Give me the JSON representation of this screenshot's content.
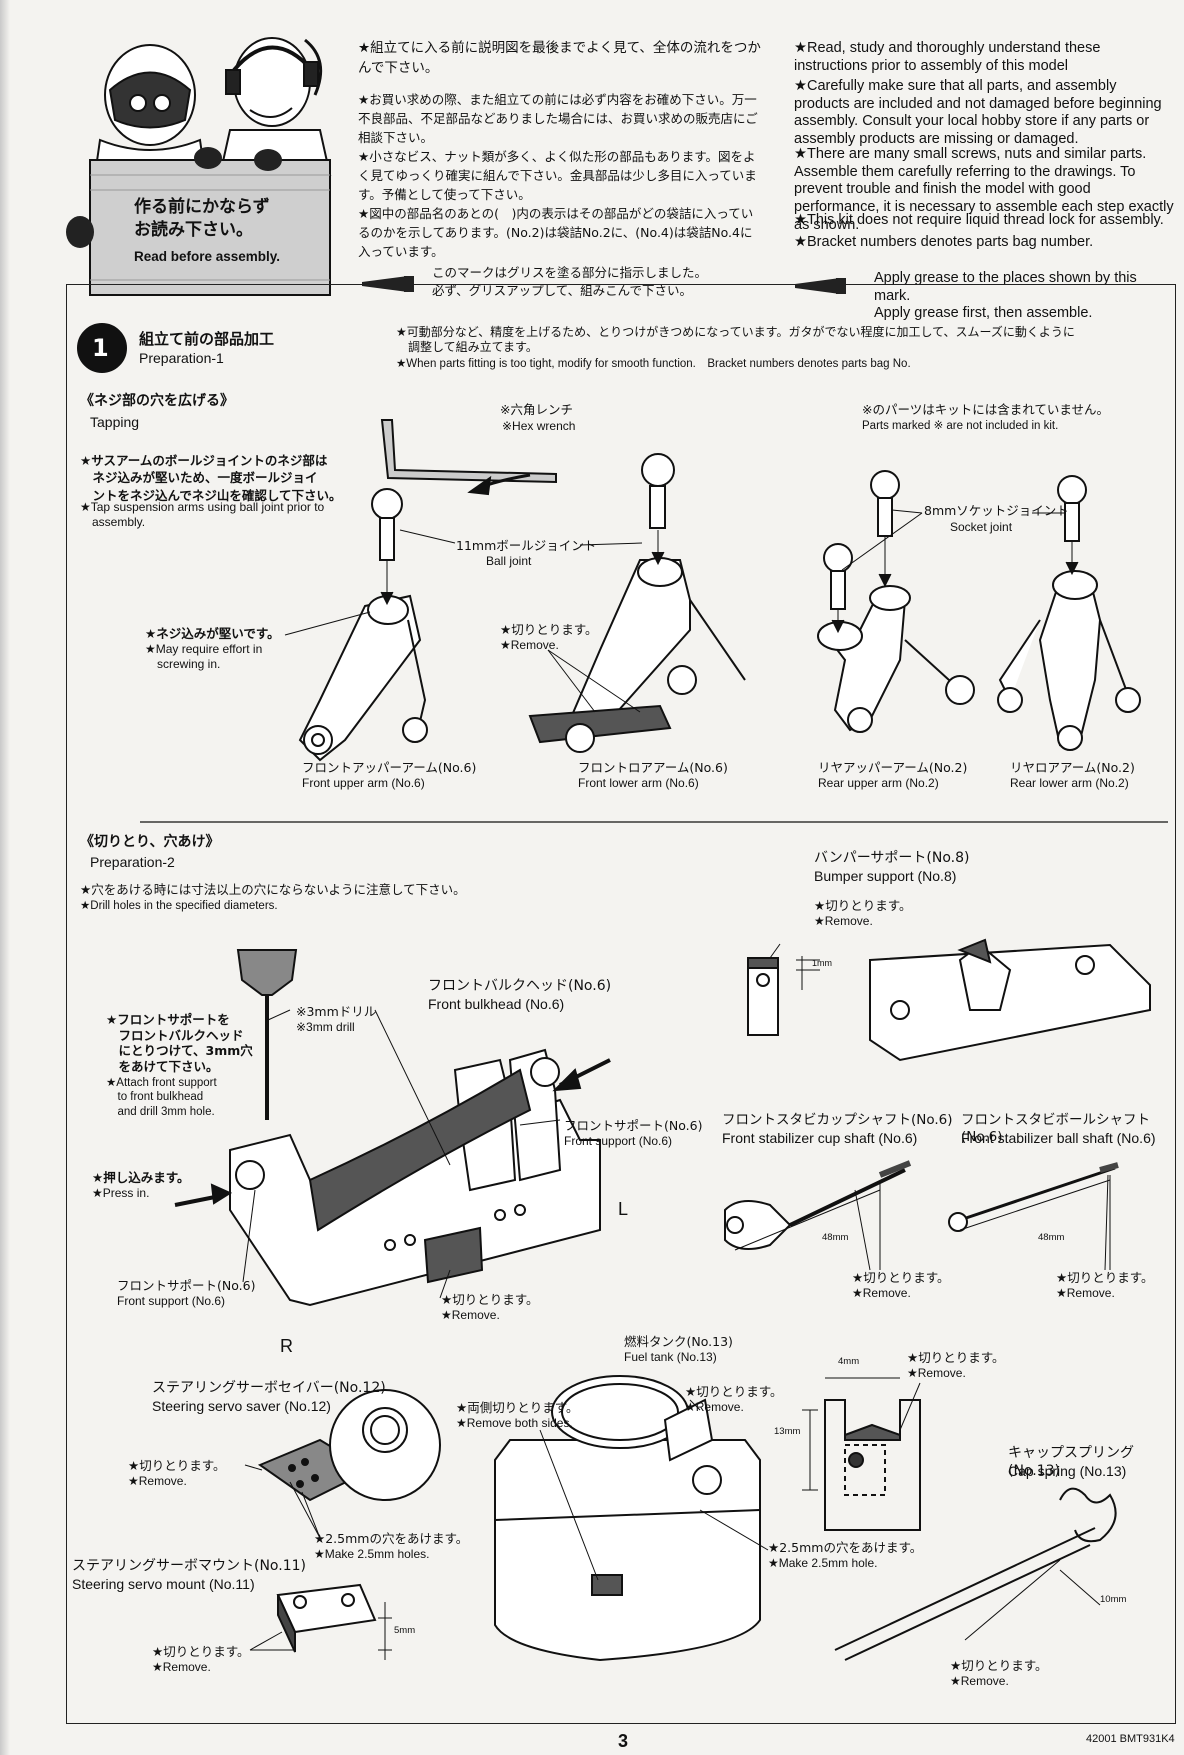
{
  "header": {
    "sign": {
      "jp": "作る前にかならず\nお読み下さい。",
      "en": "Read before assembly."
    },
    "jp_paragraphs": [
      "★組立てに入る前に説明図を最後までよく見て、全体の流れをつかんで下さい。",
      "★お買い求めの際、また組立ての前には必ず内容をお確め下さい。万一不良部品、不足部品などありました場合には、お買い求めの販売店にご相談下さい。\n★小さなビス、ナット類が多く、よく似た形の部品もあります。図をよく見てゆっくり確実に組んで下さい。金具部品は少し多目に入っています。予備として使って下さい。\n★図中の部品名のあとの(　)内の表示はその部品がどの袋詰に入っているのかを示してあります。(No.2)は袋詰No.2に、(No.4)は袋詰No.4に入っています。"
    ],
    "jp_grease": "このマークはグリスを塗る部分に指示しました。\n必ず、グリスアップして、組みこんで下さい。",
    "en_paragraphs": [
      "★Read, study and thoroughly understand these instructions prior to assembly of this model",
      "★Carefully make sure that all parts, and assembly products are included and not damaged before beginning assembly. Consult your local hobby store if any parts or assembly products are missing or damaged.",
      "★There are many small screws, nuts and similar parts. Assemble them carefully referring to the drawings. To prevent trouble and finish the model with good performance, it is necessary to assemble each step exactly as shown.",
      "★This kit does not require liquid thread lock for assembly.",
      "★Bracket numbers denotes parts bag number."
    ],
    "en_grease": "Apply grease to the places shown by this mark.\nApply grease first, then assemble."
  },
  "step1": {
    "number": "1",
    "title_jp": "組立て前の部品加工",
    "title_en": "Preparation-1",
    "note_jp": "★可動部分など、精度を上げるため、とりつけがきつめになっています。ガタがでない程度に加工して、スムーズに動くように\n　調整して組み立てます。",
    "note_en": "★When parts fitting is too tight, modify for smooth function.　Bracket numbers denotes parts bag No.",
    "tapping": {
      "heading_jp": "《ネジ部の穴を広げる》",
      "heading_en": "Tapping",
      "note_jp": "★サスアームのボールジョイントのネジ部は\n　ネジ込みが堅いため、一度ボールジョイ\n　ントをネジ込んでネジ山を確認して下さい。",
      "note_en": "★Tap suspension arms using ball joint prior to\n　assembly.",
      "hex_jp": "※六角レンチ",
      "hex_en": "※Hex wrench",
      "not_included_jp": "※のパーツはキットには含まれていません。",
      "not_included_en": "Parts marked ※ are not included in kit.",
      "ball_joint_jp": "11mmボールジョイント",
      "ball_joint_en": "Ball joint",
      "socket_jp": "8mmソケットジョイント",
      "socket_en": "Socket joint",
      "effort_jp": "★ネジ込みが堅いです。",
      "effort_en": "★May require effort in\n　screwing in.",
      "remove_jp": "★切りとります。",
      "remove_en": "★Remove.",
      "arms": [
        {
          "jp": "フロントアッパーアーム(No.6)",
          "en": "Front upper arm (No.6)"
        },
        {
          "jp": "フロントロアアーム(No.6)",
          "en": "Front lower arm (No.6)"
        },
        {
          "jp": "リヤアッパーアーム(No.2)",
          "en": "Rear upper arm (No.2)"
        },
        {
          "jp": "リヤロアアーム(No.2)",
          "en": "Rear lower arm (No.2)"
        }
      ]
    },
    "prep2": {
      "heading_jp": "《切りとり、穴あけ》",
      "heading_en": "Preparation-2",
      "note_jp": "★穴をあける時には寸法以上の穴にならないように注意して下さい。",
      "note_en": "★Drill holes in the specified diameters.",
      "drill_jp": "※3mmドリル",
      "drill_en": "※3mm drill",
      "attach_jp": "★フロントサポートを\n　フロントバルクヘッド\n　にとりつけて、3mm穴\n　をあけて下さい。",
      "attach_en": "★Attach front support\n　to front bulkhead\n　and drill 3mm hole.",
      "bulkhead_jp": "フロントバルクヘッド(No.6)",
      "bulkhead_en": "Front bulkhead (No.6)",
      "front_support_jp": "フロントサポート(No.6)",
      "front_support_en": "Front support (No.6)",
      "press_jp": "★押し込みます。",
      "press_en": "★Press in.",
      "letter_l": "L",
      "letter_r": "R",
      "bumper_jp": "バンパーサポート(No.8)",
      "bumper_en": "Bumper support (No.8)",
      "dim_1mm": "1mm",
      "cup_shaft_jp": "フロントスタビカップシャフト(No.6)",
      "cup_shaft_en": "Front stabilizer cup shaft (No.6)",
      "ball_shaft_jp": "フロントスタビボールシャフト(No.6)",
      "ball_shaft_en": "Front stabilizer ball shaft (No.6)",
      "dim_48mm": "48mm",
      "saver_jp": "ステアリングサーボセイバー(No.12)",
      "saver_en": "Steering servo saver (No.12)",
      "holes_jp": "★2.5mmの穴をあけます。",
      "holes_en": "★Make 2.5mm holes.",
      "mount_jp": "ステアリングサーボマウント(No.11)",
      "mount_en": "Steering servo mount (No.11)",
      "dim_5mm": "5mm",
      "fuel_jp": "燃料タンク(No.13)",
      "fuel_en": "Fuel tank (No.13)",
      "both_sides_jp": "★両側切りとります。",
      "both_sides_en": "★Remove both sides.",
      "hole_jp": "★2.5mmの穴をあけます。",
      "hole_en": "★Make 2.5mm hole.",
      "dim_4mm": "4mm",
      "dim_13mm": "13mm",
      "cap_spring_jp": "キャップスプリング(No.13)",
      "cap_spring_en": "Cap spring (No.13)",
      "dim_10mm": "10mm"
    }
  },
  "footer": {
    "page_number": "3",
    "code": "42001 BMT931K4"
  }
}
